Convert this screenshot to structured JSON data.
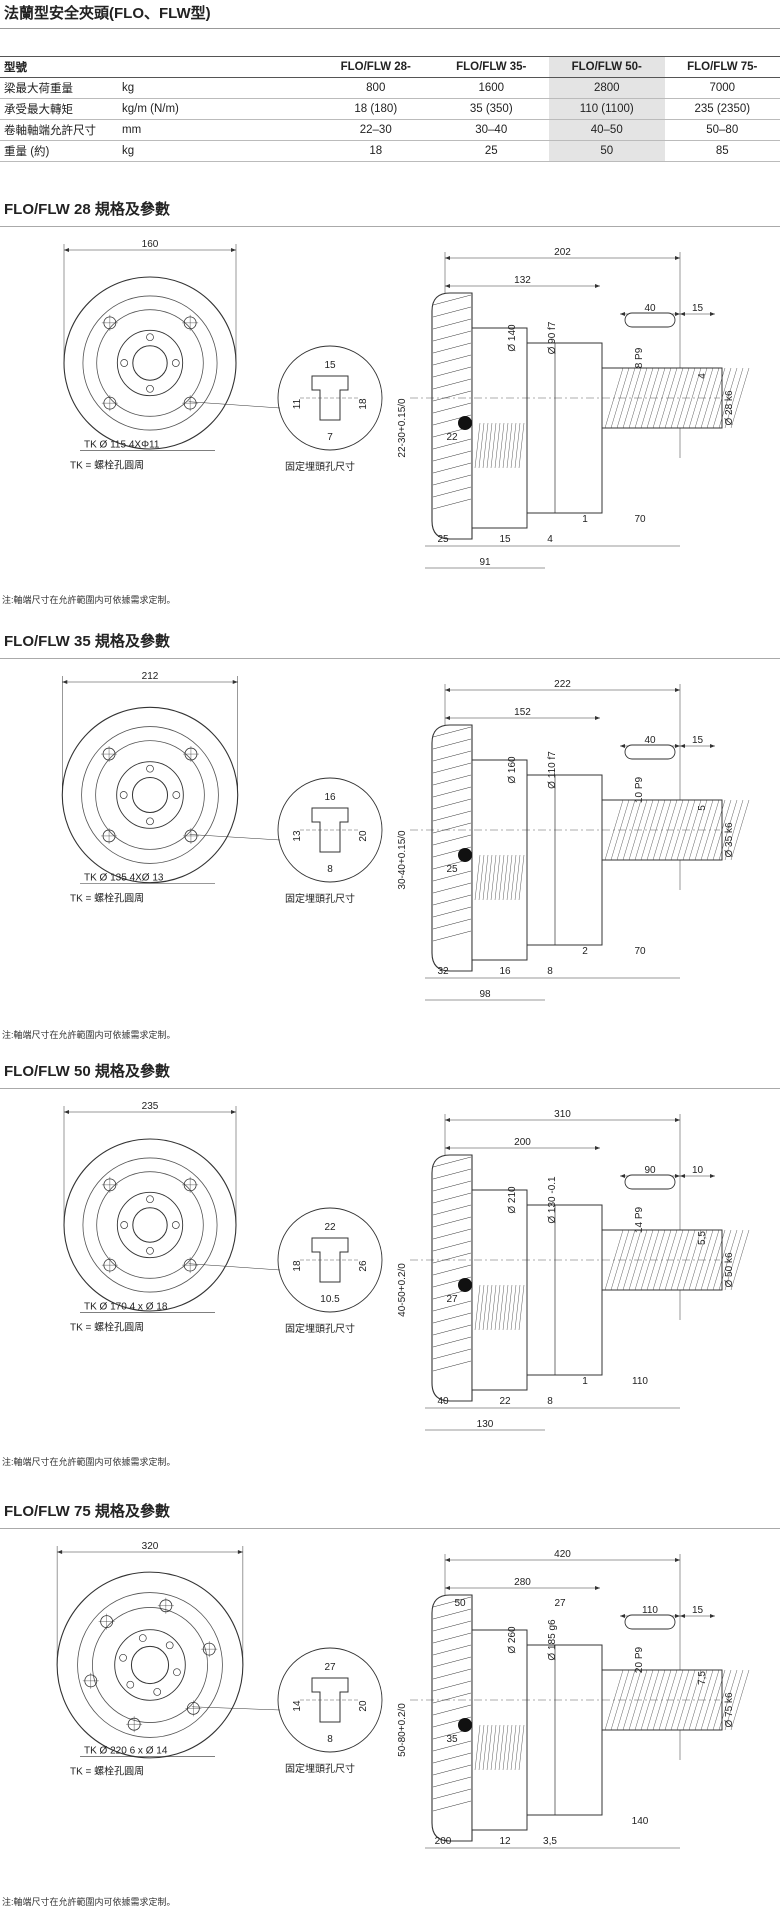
{
  "page_title": "法蘭型安全夾頭(FLO、FLW型)",
  "spec_table": {
    "columns": [
      "型號",
      "",
      "FLO/FLW 28-",
      "FLO/FLW 35-",
      "FLO/FLW 50-",
      "FLO/FLW 75-"
    ],
    "rows": [
      {
        "label": "梁最大荷重量",
        "unit": "kg",
        "values": [
          "800",
          "1600",
          "2800",
          "7000"
        ]
      },
      {
        "label": "承受最大轉矩",
        "unit": "kg/m (N/m)",
        "values": [
          "18 (180)",
          "35 (350)",
          "110 (1100)",
          "235 (2350)"
        ]
      },
      {
        "label": "卷軸軸端允許尺寸",
        "unit": "mm",
        "values": [
          "22–30",
          "30–40",
          "40–50",
          "50–80"
        ]
      },
      {
        "label": "重量 (約)",
        "unit": "kg",
        "values": [
          "18",
          "25",
          "50",
          "85"
        ]
      }
    ]
  },
  "common": {
    "tk_legend": "TK = 螺栓孔圓周",
    "fix_hole_caption": "固定埋頭孔尺寸",
    "note": "注:軸端尺寸在允許範圍内可依據需求定制。"
  },
  "sections": [
    {
      "title": "FLO/FLW 28 規格及參數",
      "front_width": "160",
      "tk_label": "TK Ø 115  4XΦ11",
      "detail": {
        "top": "15",
        "left": "11",
        "right": "18",
        "bottom": "7"
      },
      "side": {
        "overall": "202",
        "length": "132",
        "shaft_len": "40",
        "shaft_end": "15",
        "dia_flange": "Ø 140",
        "dia_body": "Ø 90 f7",
        "key": "8 P9",
        "shaft_dia": "Ø 28 k6",
        "key_depth": "4",
        "range": "22-30+0.15/0",
        "inner": "22",
        "bot_a": "25",
        "bot_b": "15",
        "bot_c": "4",
        "bot_d": "1",
        "bot_e": "70",
        "bot_total": "91"
      }
    },
    {
      "title": "FLO/FLW 35 規格及參數",
      "front_width": "212",
      "tk_label": "TK Ø 135  4XØ 13",
      "detail": {
        "top": "16",
        "left": "13",
        "right": "20",
        "bottom": "8"
      },
      "side": {
        "overall": "222",
        "length": "152",
        "shaft_len": "40",
        "shaft_end": "15",
        "dia_flange": "Ø 160",
        "dia_body": "Ø 110 f7",
        "key": "10 P9",
        "shaft_dia": "Ø 35 k6",
        "key_depth": "5",
        "range": "30-40+0.15/0",
        "inner": "25",
        "bot_a": "32",
        "bot_b": "16",
        "bot_c": "8",
        "bot_d": "2",
        "bot_e": "70",
        "bot_total": "98"
      }
    },
    {
      "title": "FLO/FLW 50 規格及參數",
      "front_width": "235",
      "tk_label": "TK Ø 170  4 x Ø 18",
      "detail": {
        "top": "22",
        "left": "18",
        "right": "26",
        "bottom": "10.5"
      },
      "side": {
        "overall": "310",
        "length": "200",
        "shaft_len": "90",
        "shaft_end": "10",
        "dia_flange": "Ø 210",
        "dia_body": "Ø 130 -0.1",
        "key": "14 P9",
        "shaft_dia": "Ø 50 k6",
        "key_depth": "5,5",
        "range": "40-50+0.2/0",
        "inner": "27",
        "bot_a": "40",
        "bot_b": "22",
        "bot_c": "8",
        "bot_d": "1",
        "bot_e": "110",
        "bot_total": "130"
      }
    },
    {
      "title": "FLO/FLW 75 規格及參數",
      "front_width": "320",
      "tk_label": "TK Ø 220  6 x Ø 14",
      "detail": {
        "top": "27",
        "left": "14",
        "right": "20",
        "bottom": "8"
      },
      "side": {
        "overall": "420",
        "length": "280",
        "shaft_len": "110",
        "shaft_end": "15",
        "dia_flange": "Ø 260",
        "dia_body": "Ø 185 g6",
        "key": "20 P9",
        "shaft_dia": "Ø 75 k6",
        "key_depth": "7,5",
        "range": "50-80+0.2/0",
        "inner": "35",
        "top_a": "50",
        "top_b": "27",
        "bot_a": "200",
        "bot_b": "12",
        "bot_c": "3,5",
        "bot_e": "140"
      }
    }
  ]
}
